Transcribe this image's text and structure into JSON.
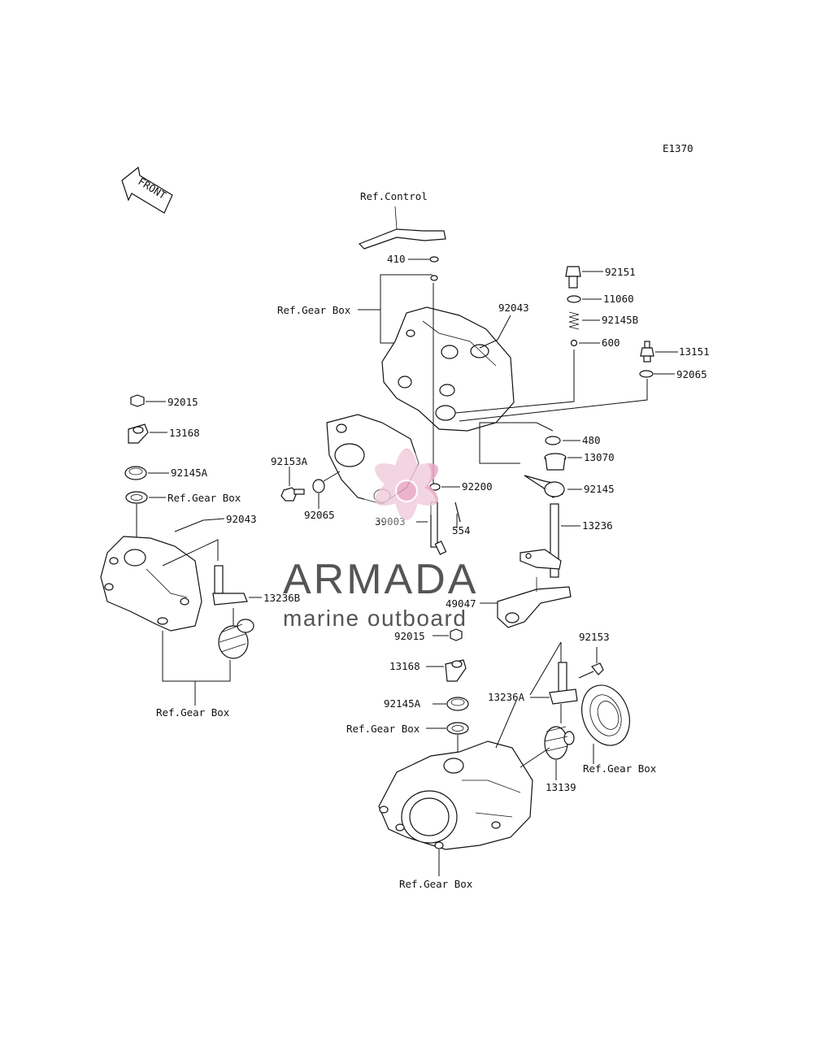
{
  "diagram_code": "E1370",
  "front_label": "FRONT",
  "watermark": {
    "brand": "ARMADA",
    "tagline": "marine outboard",
    "color": "#e8a7c4"
  },
  "labels": {
    "ref_control": "Ref.Control",
    "p410": "410",
    "ref_gear_box_top": "Ref.Gear Box",
    "p92043_top": "92043",
    "p92151": "92151",
    "p11060": "11060",
    "p92145B": "92145B",
    "p600": "600",
    "p13151": "13151",
    "p92065_right": "92065",
    "p480": "480",
    "p13070": "13070",
    "p92145": "92145",
    "p13236": "13236",
    "p92200": "92200",
    "p39003": "39003",
    "p554": "554",
    "p92153A": "92153A",
    "p92065_left": "92065",
    "p92015_left": "92015",
    "p13168_left": "13168",
    "p92145A_left": "92145A",
    "ref_gear_box_left": "Ref.Gear Box",
    "p92043_left": "92043",
    "p13236B": "13236B",
    "ref_gear_box_bottom_left": "Ref.Gear Box",
    "p49047": "49047",
    "p92015_mid": "92015",
    "p13168_mid": "13168",
    "p92145A_mid": "92145A",
    "ref_gear_box_mid": "Ref.Gear Box",
    "p92153": "92153",
    "p13236A": "13236A",
    "p13139": "13139",
    "ref_gear_box_right": "Ref.Gear Box",
    "ref_gear_box_bottom": "Ref.Gear Box"
  }
}
